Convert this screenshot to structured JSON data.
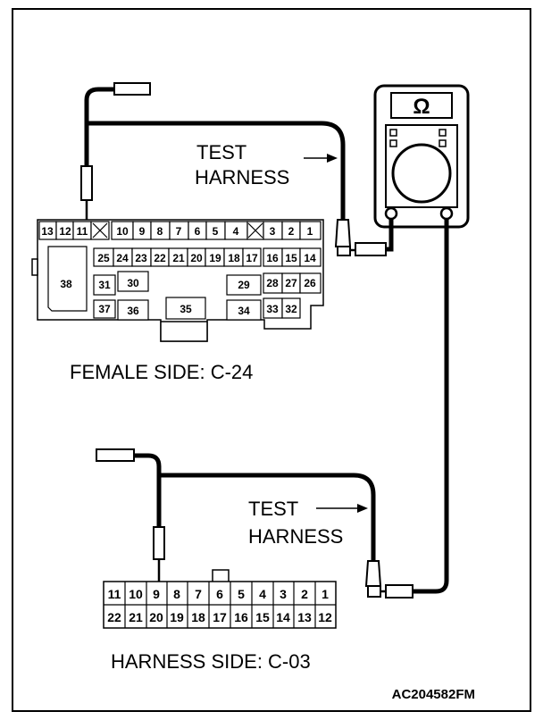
{
  "meter": {
    "symbol": "Ω"
  },
  "labels": {
    "test_harness_top_1": "TEST",
    "test_harness_top_2": "HARNESS",
    "test_harness_bottom_1": "TEST",
    "test_harness_bottom_2": "HARNESS",
    "female_side": "FEMALE SIDE: C-24",
    "harness_side": "HARNESS SIDE: C-03",
    "figure_code": "AC204582FM"
  },
  "c24": {
    "row1": [
      "13",
      "12",
      "11",
      "10",
      "9",
      "8",
      "7",
      "6",
      "5",
      "4",
      "3",
      "2",
      "1"
    ],
    "row2": [
      "25",
      "24",
      "23",
      "22",
      "21",
      "20",
      "19",
      "18",
      "17",
      "16",
      "15",
      "14"
    ],
    "row3": [
      "38",
      "31",
      "30",
      "29",
      "28",
      "27",
      "26"
    ],
    "row4": [
      "37",
      "36",
      "35",
      "34",
      "33",
      "32"
    ]
  },
  "c03": {
    "row1": [
      "11",
      "10",
      "9",
      "8",
      "7",
      "6",
      "5",
      "4",
      "3",
      "2",
      "1"
    ],
    "row2": [
      "22",
      "21",
      "20",
      "19",
      "18",
      "17",
      "16",
      "15",
      "14",
      "13",
      "12"
    ]
  }
}
